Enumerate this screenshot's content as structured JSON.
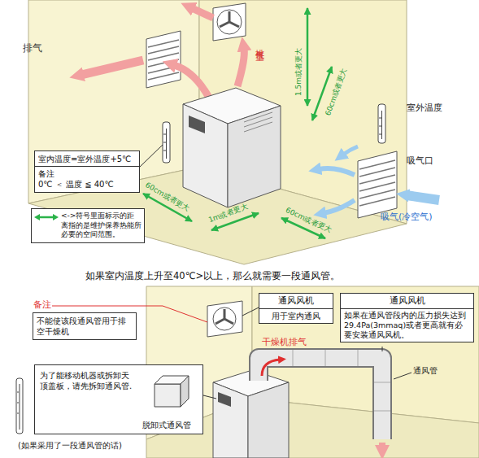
{
  "diagram": {
    "nodes": [
      {
        "text": [
          "室内温度=室外温度+5℃",
          "备注",
          "0℃ ＜ 温度 ≦ 40℃"
        ]
      },
      {
        "text": [
          "备注",
          "不能使该段通风管用于排空干燥机"
        ]
      },
      {
        "text": [
          "通风风机",
          "用于室内通风"
        ]
      },
      {
        "text": [
          "通风风机",
          "如果在通风管段内的压力损失达到29.4Pa(3mmaq)或者更高就有必要安装通风风机。"
        ]
      },
      {
        "text": [
          "为了能移动机器或拆卸天顶盖板，请先拆卸通风管.",
          "脱卸式通风管"
        ]
      }
    ],
    "labels": [
      "排气",
      "排气量",
      "1.5m或者更大",
      "60cm或者更大",
      "室外温度",
      "吸气口",
      "吸气(冷空气)",
      "60cm或者更大",
      "1m或者更大",
      "60cm或者更大",
      "如果室内温度上升至40℃>以上，那么就需要一段通风管。",
      "干燥机排气",
      "通风管",
      "(如果采用了一段通风管的话)"
    ],
    "legend": [
      {
        "text": "<->符号里面标示的距离指的是维护保养热能所必要的空间范围。"
      }
    ]
  }
}
